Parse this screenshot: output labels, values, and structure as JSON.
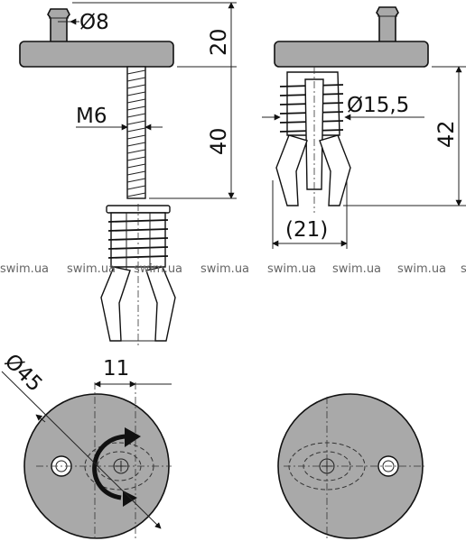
{
  "dimensions": {
    "pin_diameter": "Ø8",
    "head_height": "20",
    "thread": "M6",
    "bolt_length": "40",
    "anchor_diameter": "Ø15,5",
    "overall_height": "42",
    "anchor_spread": "(21)",
    "slot_width": "11",
    "plate_diameter": "Ø45"
  },
  "watermarks": [
    "swim.ua",
    "swim.ua",
    "swim.ua",
    "swim.ua",
    "swim.ua",
    "swim.ua",
    "swim.ua",
    "s"
  ]
}
